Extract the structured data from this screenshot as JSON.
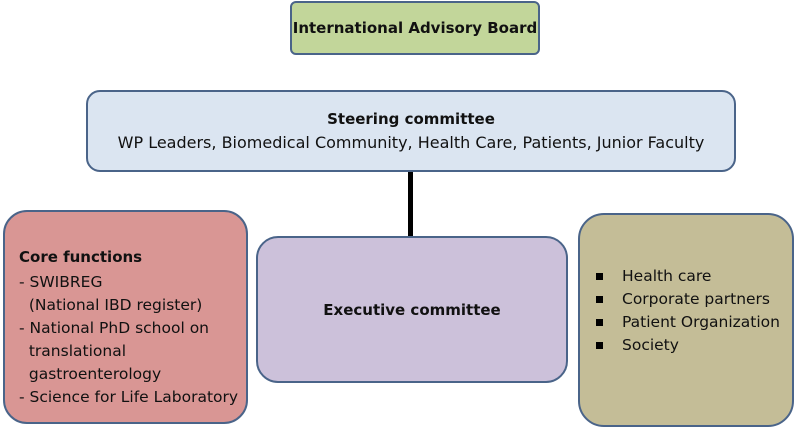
{
  "international_advisory_board": {
    "title": "International Advisory Board"
  },
  "steering_committee": {
    "title": "Steering committee",
    "members": "WP Leaders, Biomedical Community, Health Care, Patients, Junior Faculty"
  },
  "core_functions": {
    "title": "Core functions",
    "lines": [
      "- SWIBREG",
      "  (National IBD register)",
      "- National PhD school on",
      "  translational",
      "  gastroenterology",
      "- Science for Life Laboratory"
    ]
  },
  "executive_committee": {
    "title": "Executive committee"
  },
  "stakeholders": {
    "items": [
      "Health care",
      "Corporate partners",
      "Patient Organization",
      "Society"
    ]
  },
  "colors": {
    "advisory_fill": "#c2d69a",
    "steering_fill": "#dbe5f1",
    "core_fill": "#d99694",
    "executive_fill": "#ccc1da",
    "stakeholder_fill": "#c4bd97",
    "border": "#4a6489"
  }
}
